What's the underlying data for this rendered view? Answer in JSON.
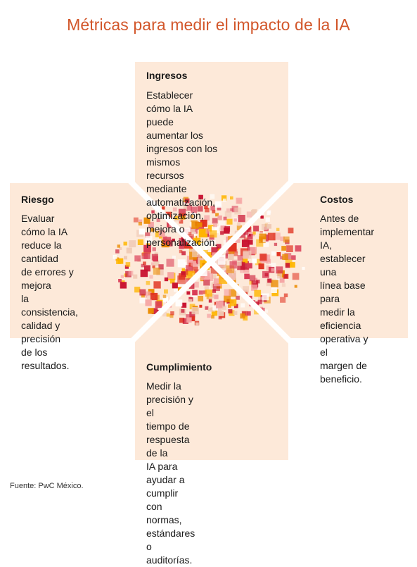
{
  "title": "Métricas para medir el impacto de la IA",
  "colors": {
    "title": "#d2562a",
    "panel_fill": "#fde9d9",
    "divider": "#ffffff",
    "pixel_palette": [
      "#c8102e",
      "#e0301e",
      "#eb8c00",
      "#ffb600",
      "#f5a3a3",
      "#d93954",
      "#ffffff",
      "#f0c9b4"
    ]
  },
  "panels": {
    "top": {
      "title": "Ingresos",
      "lines": [
        "Establecer cómo la IA",
        "puede aumentar los",
        "ingresos con los mismos",
        "recursos mediante",
        "automatización,",
        "optimización, mejora o",
        "personalización."
      ]
    },
    "right": {
      "title": "Costos",
      "lines": [
        "Antes de",
        "implementar IA,",
        "establecer una",
        "línea base para",
        "medir la eficiencia",
        "operativa y el",
        "margen de",
        "beneficio."
      ]
    },
    "left": {
      "title": "Riesgo",
      "lines": [
        "Evaluar cómo la IA",
        "reduce la cantidad",
        "de errores y mejora",
        "la consistencia,",
        "calidad y precisión",
        "de los resultados."
      ]
    },
    "bottom": {
      "title": "Cumplimiento",
      "lines": [
        "Medir la precisión y el",
        "tiempo de respuesta de la",
        "IA para ayudar a cumplir",
        "con normas, estándares o",
        "auditorías."
      ]
    }
  },
  "source": "Fuente: PwC México."
}
